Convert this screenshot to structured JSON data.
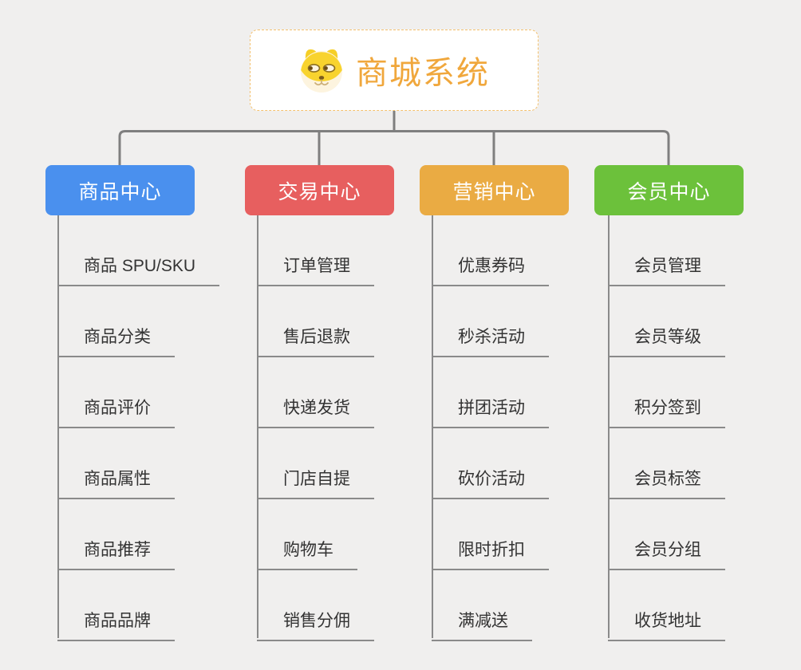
{
  "root": {
    "label": "商城系统",
    "icon": "dog-face-icon"
  },
  "branches": [
    {
      "label": "商品中心",
      "color": "#4a90ee",
      "items": [
        "商品 SPU/SKU",
        "商品分类",
        "商品评价",
        "商品属性",
        "商品推荐",
        "商品品牌"
      ]
    },
    {
      "label": "交易中心",
      "color": "#e75f5f",
      "items": [
        "订单管理",
        "售后退款",
        "快递发货",
        "门店自提",
        "购物车",
        "销售分佣"
      ]
    },
    {
      "label": "营销中心",
      "color": "#eaab43",
      "items": [
        "优惠券码",
        "秒杀活动",
        "拼团活动",
        "砍价活动",
        "限时折扣",
        "满减送"
      ]
    },
    {
      "label": "会员中心",
      "color": "#6cc13b",
      "items": [
        "会员管理",
        "会员等级",
        "积分签到",
        "会员标签",
        "会员分组",
        "收货地址"
      ]
    }
  ],
  "colors": {
    "connector_line": "#7f7f7f",
    "leaf_underline": "#8a8a8a",
    "root_text": "#f0a73c",
    "root_border_dashed": "#f3c06e",
    "leaf_text": "#333333",
    "page_background": "#f0efee"
  }
}
